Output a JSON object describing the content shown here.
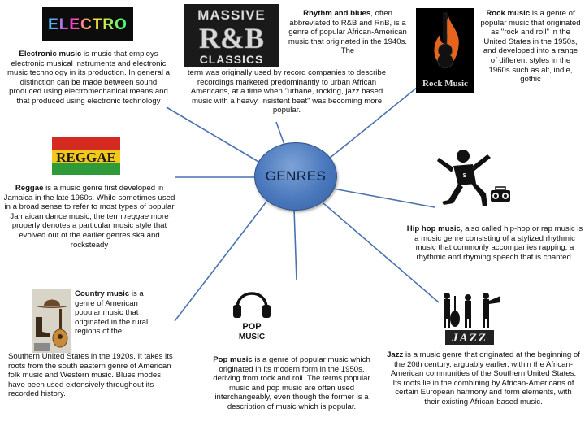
{
  "hub": {
    "label": "GENRES"
  },
  "genres": {
    "electronic": {
      "logo_text": "ELECTRO",
      "term": "Electronic music",
      "text": " is music that employs electronic musical instruments and electronic music technology in its production. In general a distinction can be made between sound produced using electromechanical means and that produced using electronic technology"
    },
    "rnb": {
      "logo_text": [
        "MASSIVE",
        "R&B",
        "CLASSICS"
      ],
      "term": "Rhythm and blues",
      "text_a": ", often abbreviated to R&B and RnB, is a genre of popular African-American music that originated in the 1940s. The",
      "text_b": "term was originally used by record companies to describe recordings marketed predominantly to urban African Americans, at a time when \"urbane, rocking, jazz based music with a heavy, insistent beat\" was becoming more popular."
    },
    "rock": {
      "logo_text": "Rock Music",
      "term": "Rock music",
      "text": " is a genre of popular music that originated as \"rock and roll\" in the United States in the 1950s, and developed into a range of different styles in the 1960s such as alt, indie, gothic"
    },
    "reggae": {
      "logo_text": "REGGAE",
      "term": "Reggae",
      "text_a": " is a music genre first developed in Jamaica in the late 1960s. While sometimes used in a broad sense to refer to most types of popular Jamaican dance music, the term ",
      "term_italic": "reggae",
      "text_b": " more properly denotes a particular music style that evolved out of the earlier genres ska and rocksteady"
    },
    "hiphop": {
      "term": "Hip hop music",
      "text": ", also called hip-hop or rap music is a music genre consisting of a stylized rhythmic music that commonly accompanies rapping, a rhythmic and rhyming speech that is chanted."
    },
    "country": {
      "term": "Country music",
      "text_a": " is a genre of American popular music that originated in the rural regions of the",
      "text_b": "Southern United States in the 1920s. It takes its roots from the south eastern genre of American folk music and Western music. Blues modes have been used extensively throughout its recorded history."
    },
    "pop": {
      "logo_text": [
        "POP",
        "MUSIC"
      ],
      "term": "Pop music",
      "text": " is a genre of popular music which originated in its modern form in the 1950s, deriving from rock and roll. The terms popular music and pop music are often used interchangeably, even though the former is a description of music which is popular."
    },
    "jazz": {
      "logo_text": "JAZZ",
      "term": "Jazz",
      "text": " is a music genre that originated at the beginning of the 20th century, arguably earlier, within the African-American communities of the Southern United States. Its roots lie in the combining by African-Americans of certain European harmony and form elements, with their existing African-based music."
    }
  },
  "colors": {
    "hub_fill": "#4a78bd",
    "connector": "#4a72b0",
    "reggae_red": "#d42a1f",
    "reggae_yellow": "#f4c81b",
    "reggae_green": "#2f9a3a",
    "rock_orange": "#e8641c"
  }
}
